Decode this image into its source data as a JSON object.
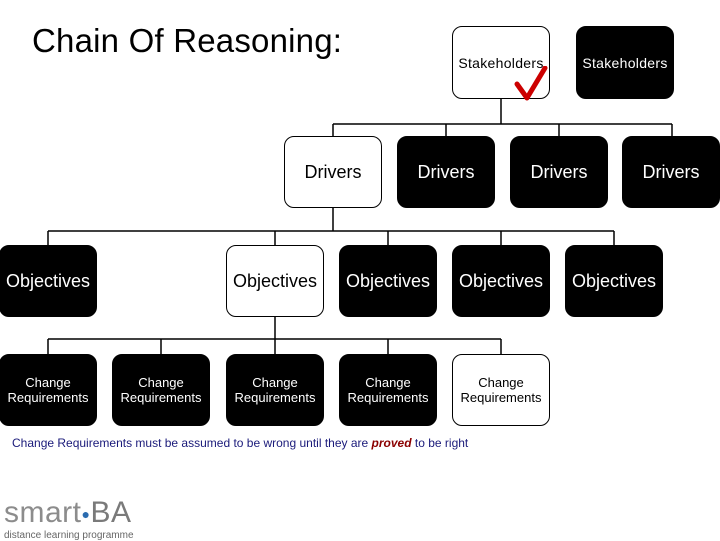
{
  "title": "Chain Of Reasoning:",
  "stakeholders": [
    "Stakeholders",
    "Stakeholders"
  ],
  "drivers": [
    "Drivers",
    "Drivers",
    "Drivers",
    "Drivers"
  ],
  "objectives": [
    "Objectives",
    "Objectives",
    "Objectives",
    "Objectives",
    "Objectives"
  ],
  "change_requirements": [
    {
      "line1": "Change",
      "line2": "Requirements"
    },
    {
      "line1": "Change",
      "line2": "Requirements"
    },
    {
      "line1": "Change",
      "line2": "Requirements"
    },
    {
      "line1": "Change",
      "line2": "Requirements"
    },
    {
      "line1": "Change",
      "line2": "Requirements"
    }
  ],
  "note": {
    "before": "Change Requirements must be assumed to be wrong until they are ",
    "emphasis": "proved",
    "after": " to be right"
  },
  "logo": {
    "main_prefix": "smart",
    "main_dot": "●",
    "main_suffix": "BA",
    "subtitle": "distance learning programme"
  },
  "colors": {
    "check_mark": "#cc0000",
    "note_text": "#1a1a7a",
    "logo_dot": "#2b6cb0"
  }
}
